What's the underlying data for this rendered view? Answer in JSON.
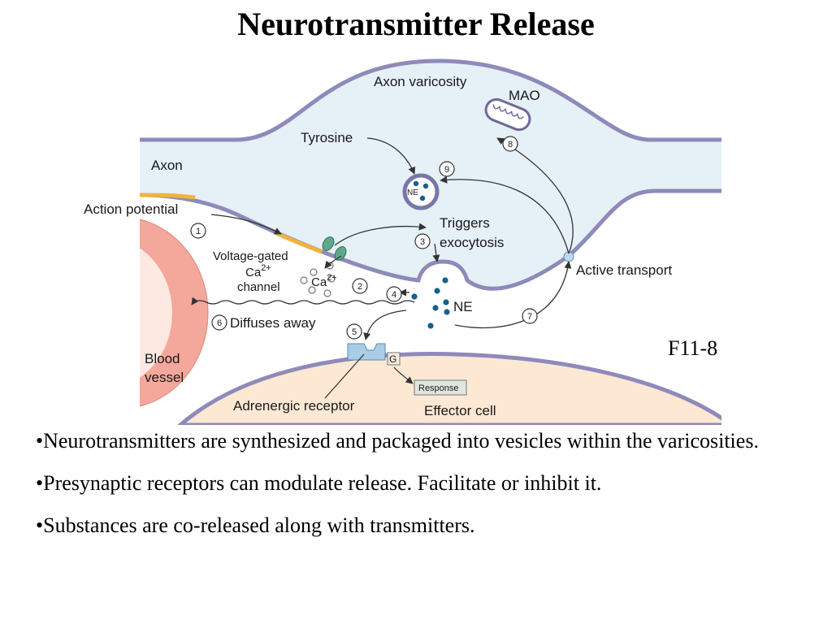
{
  "title": "Neurotransmitter Release",
  "figure_code": "F11-8",
  "diagram": {
    "labels": {
      "axon_varicosity": "Axon varicosity",
      "mao": "MAO",
      "tyrosine": "Tyrosine",
      "axon": "Axon",
      "action_potential": "Action potential",
      "vg_line1": "Voltage-gated",
      "vg_ca": "Ca",
      "vg_ca_sup": "2+",
      "vg_line3": "channel",
      "ca_ion": "Ca",
      "ca_ion_sup": "2+",
      "triggers_line1": "Triggers",
      "triggers_line2": "exocytosis",
      "ne": "NE",
      "ne_vesicle": "NE",
      "active_transport": "Active transport",
      "diffuses_away": "Diffuses away",
      "blood_line1": "Blood",
      "blood_line2": "vessel",
      "adrenergic_receptor": "Adrenergic receptor",
      "g_protein": "G",
      "response": "Response",
      "effector_cell": "Effector cell"
    },
    "steps": [
      "1",
      "2",
      "3",
      "4",
      "5",
      "6",
      "7",
      "8",
      "9"
    ],
    "colors": {
      "membrane": "#8e8aba",
      "axon_fill": "#e5f0f7",
      "effector_fill": "#fde8d4",
      "blood_outer": "#f4a79b",
      "blood_inner": "#fde9e2",
      "ne_dot": "#175f8f",
      "action_potential": "#f0b43c",
      "receptor": "#a9cde6",
      "response_box": "#dfe6df"
    }
  },
  "bullets": [
    "•Neurotransmitters are synthesized and packaged into vesicles within the varicosities.",
    "•Presynaptic receptors can modulate release. Facilitate or inhibit it.",
    "•Substances are co-released along with transmitters."
  ]
}
